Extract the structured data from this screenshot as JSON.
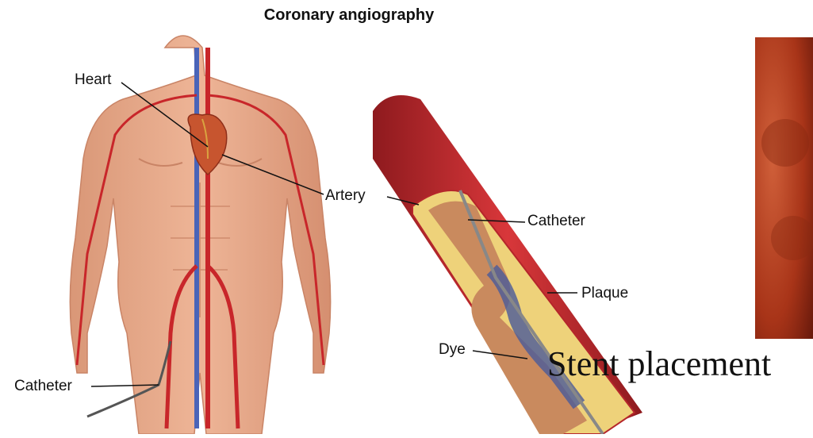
{
  "diagram": {
    "title": "Coronary angiography",
    "labels": {
      "heart": "Heart",
      "artery": "Artery",
      "catheter_vessel": "Catheter",
      "plaque": "Plaque",
      "dye": "Dye",
      "catheter_body": "Catheter"
    },
    "caption": "Stent placement"
  },
  "colors": {
    "skin": "#e8a98a",
    "skin_shadow": "#c98466",
    "artery_red": "#c8262a",
    "vein_blue": "#4a64b8",
    "vessel_wall": "#b5262b",
    "plaque_yellow": "#eed27a",
    "dye_blue": "#4a5a9a",
    "photo_red": "#b8401f"
  }
}
